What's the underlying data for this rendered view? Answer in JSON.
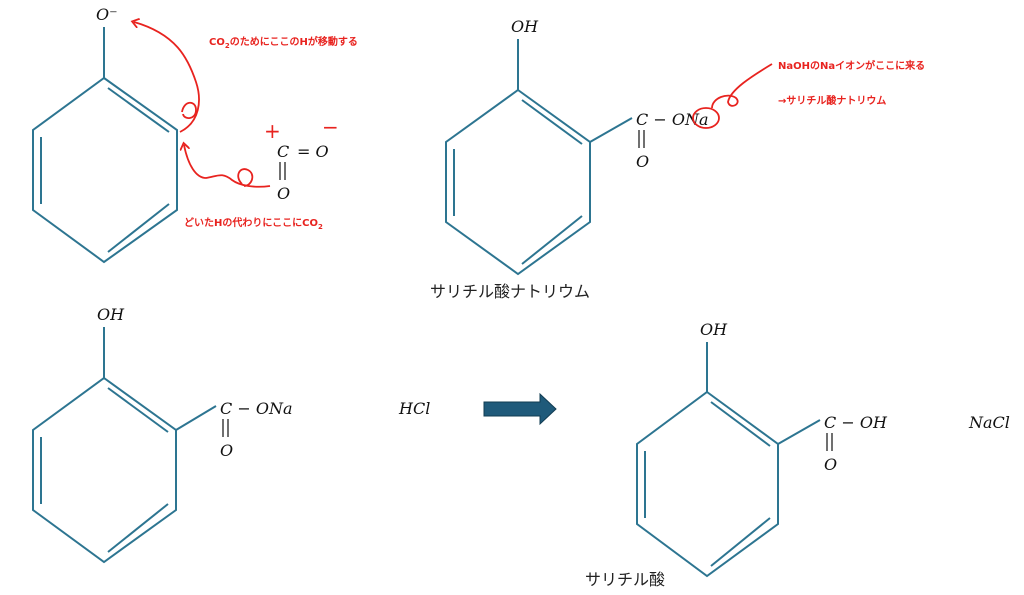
{
  "colors": {
    "bond": "#2d7591",
    "annotation": "#e8231f",
    "arrow": "#1f5a7a",
    "text": "#111111"
  },
  "panel1": {
    "o_minus": "O⁻",
    "carbon": "C",
    "equals": "= O",
    "oxygen": "O",
    "plus_sign": "+",
    "minus_sign": "−",
    "note_top_prefix": "CO",
    "note_top_sub": "2",
    "note_top_suffix": "のためにここのHが移動する",
    "note_bottom_prefix": "どいたHの代わりにここにCO",
    "note_bottom_sub": "2"
  },
  "panel2": {
    "oh": "OH",
    "carboxyl": "C − ONa",
    "oxygen": "O",
    "note_line1": "NaOHのNaイオンがここに来る",
    "note_line2": "→サリチル酸ナトリウム",
    "caption": "サリチル酸ナトリウム"
  },
  "panel3": {
    "oh": "OH",
    "carboxyl": "C − ONa",
    "oxygen": "O",
    "reagent": "HCl"
  },
  "panel4": {
    "oh": "OH",
    "carboxyl": "C − OH",
    "oxygen": "O",
    "byproduct": "NaCl",
    "caption": "サリチル酸"
  }
}
